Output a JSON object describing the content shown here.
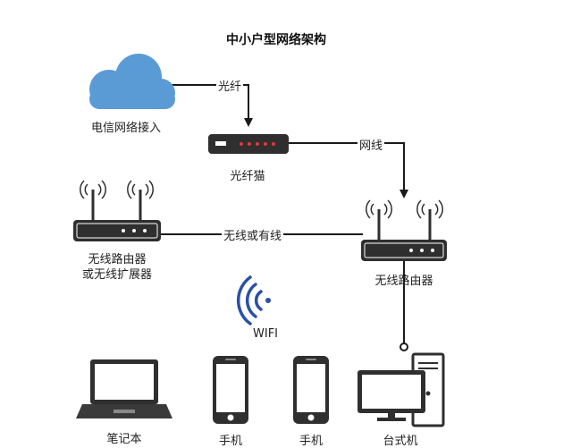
{
  "title": "中小户型网络架构",
  "nodes": {
    "internet": {
      "label": "电信网络接入",
      "icon": "cloud-icon"
    },
    "modem": {
      "label": "光纤猫",
      "icon": "fiber-modem-icon"
    },
    "extender": {
      "label_line1": "无线路由器",
      "label_line2": "或无线扩展器",
      "icon": "wireless-router-icon"
    },
    "router": {
      "label": "无线路由器",
      "icon": "wireless-router-icon"
    },
    "wifi": {
      "label": "WIFI",
      "icon": "wifi-icon"
    },
    "laptop": {
      "label": "笔记本",
      "icon": "laptop-icon"
    },
    "phone1": {
      "label": "手机",
      "icon": "phone-icon"
    },
    "phone2": {
      "label": "手机",
      "icon": "phone-icon"
    },
    "desktop": {
      "label": "台式机",
      "icon": "desktop-computer-icon"
    }
  },
  "edges": {
    "fiber": "光纤",
    "cable": "网线",
    "wireless_or_wired": "无线或有线"
  },
  "colors": {
    "cloud": "#5b9bd5",
    "device_body": "#2f2f2f",
    "modem_lights": "#e53935",
    "port_dots": "#ffffff",
    "wifi_waves": "#2a4fa8",
    "lines": "#1a1a1a"
  }
}
